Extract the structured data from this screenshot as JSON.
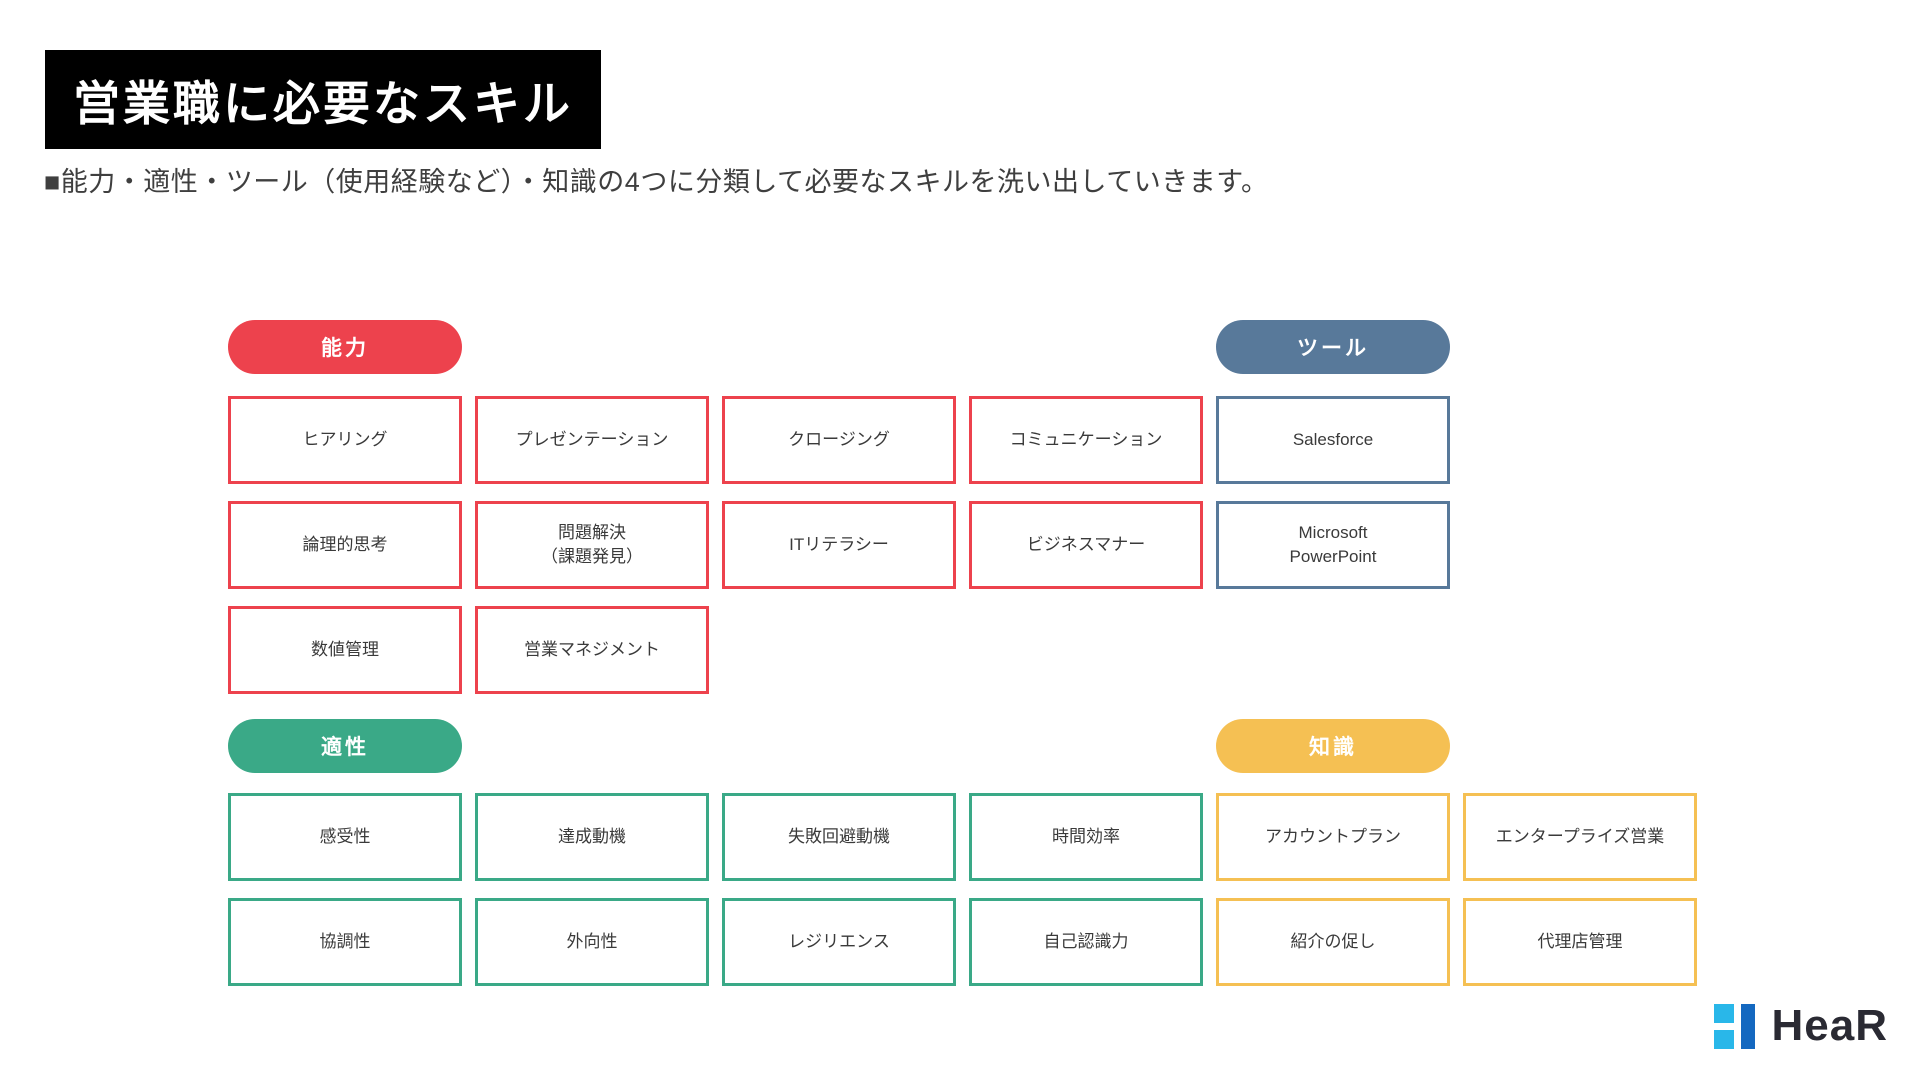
{
  "slide": {
    "title": "営業職に必要なスキル",
    "subtitle": "■能力・適性・ツール（使用経験など）・知識の4つに分類して必要なスキルを洗い出していきます。"
  },
  "colors": {
    "ability_red": "#ED424D",
    "tool_slate": "#58799A",
    "aptitude_green": "#3AA987",
    "knowledge_yellow": "#F5C053",
    "title_bg": "#000000",
    "title_text": "#FFFFFF",
    "logo_cyan": "#29B7E9",
    "logo_blue": "#1468C0",
    "logo_text_color": "#2A2A33"
  },
  "groups": [
    {
      "id": "ability",
      "label": "能力",
      "color": "#ED424D",
      "items": [
        "ヒアリング",
        "プレゼンテーション",
        "クロージング",
        "コミュニケーション",
        "論理的思考",
        "問題解決\n（課題発見）",
        "ITリテラシー",
        "ビジネスマナー",
        "数値管理",
        "営業マネジメント"
      ]
    },
    {
      "id": "tool",
      "label": "ツール",
      "color": "#58799A",
      "items": [
        "Salesforce",
        "Microsoft\nPowerPoint"
      ]
    },
    {
      "id": "aptitude",
      "label": "適性",
      "color": "#3AA987",
      "items": [
        "感受性",
        "達成動機",
        "失敗回避動機",
        "時間効率",
        "協調性",
        "外向性",
        "レジリエンス",
        "自己認識力"
      ]
    },
    {
      "id": "knowledge",
      "label": "知識",
      "color": "#F5C053",
      "items": [
        "アカウントプラン",
        "エンタープライズ営業",
        "紹介の促し",
        "代理店管理"
      ]
    }
  ],
  "logo": {
    "text": "HeaR"
  }
}
